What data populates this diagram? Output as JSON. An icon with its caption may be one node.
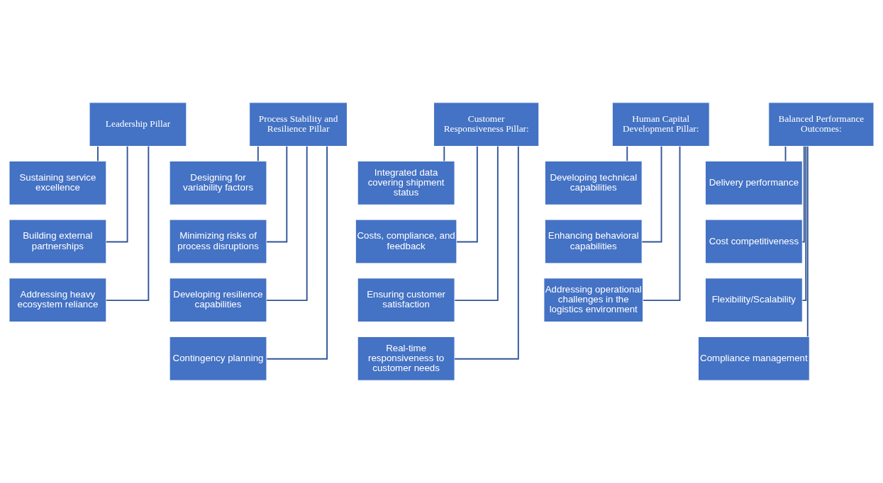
{
  "diagram": {
    "nodes": [
      {
        "text": [
          "Leadership Pillar"
        ]
      },
      {
        "text": [
          "Sustaining service excellence"
        ]
      },
      {
        "text": [
          "Building external partnerships"
        ]
      },
      {
        "text": [
          "Addressing heavy ecosystem reliance"
        ]
      },
      {
        "text": [
          "Process Stability and Resilience Pillar"
        ]
      },
      {
        "text": [
          "Designing for variability factors"
        ]
      },
      {
        "text": [
          "Minimizing risks of process disruptions"
        ]
      },
      {
        "text": [
          "Developing resilience capabilities"
        ]
      },
      {
        "text": [
          "Contingency planning"
        ]
      },
      {
        "text": [
          "Customer Responsiveness Pillar:"
        ]
      },
      {
        "text": [
          "Integrated data covering shipment status"
        ]
      },
      {
        "text": [
          "Costs, compliance, and feedback"
        ]
      },
      {
        "text": [
          "Ensuring customer satisfaction"
        ]
      },
      {
        "text": [
          "Real-time responsiveness to customer needs"
        ]
      },
      {
        "text": [
          "Human Capital Development Pillar:"
        ]
      },
      {
        "text": [
          "Developing technical capabilities"
        ]
      },
      {
        "text": [
          "Enhancing behavioral capabilities"
        ]
      },
      {
        "text": [
          "Addressing operational challenges in the logistics environment"
        ]
      },
      {
        "text": [
          "Balanced Performance Outcomes:"
        ]
      },
      {
        "text": [
          "Delivery performance"
        ]
      },
      {
        "text": [
          "Cost competitiveness"
        ]
      },
      {
        "text": [
          "Flexibility/Scalability"
        ]
      },
      {
        "text": [
          "Compliance management"
        ]
      }
    ],
    "edges": [
      {
        "from": 0,
        "to": 1,
        "arrow": "none"
      },
      {
        "from": 0,
        "to": 2,
        "arrow": "none"
      },
      {
        "from": 0,
        "to": 3,
        "arrow": "none"
      },
      {
        "from": 4,
        "to": 5,
        "arrow": "none"
      },
      {
        "from": 4,
        "to": 6,
        "arrow": "none"
      },
      {
        "from": 4,
        "to": 7,
        "arrow": "none"
      },
      {
        "from": 4,
        "to": 8,
        "arrow": "none"
      },
      {
        "from": 9,
        "to": 10,
        "arrow": "none"
      },
      {
        "from": 9,
        "to": 11,
        "arrow": "none"
      },
      {
        "from": 9,
        "to": 12,
        "arrow": "none"
      },
      {
        "from": 9,
        "to": 13,
        "arrow": "none"
      },
      {
        "from": 14,
        "to": 15,
        "arrow": "none"
      },
      {
        "from": 14,
        "to": 16,
        "arrow": "none"
      },
      {
        "from": 14,
        "to": 17,
        "arrow": "none"
      },
      {
        "from": 18,
        "to": 19,
        "arrow": "none"
      },
      {
        "from": 18,
        "to": 20,
        "arrow": "none"
      },
      {
        "from": 18,
        "to": 21,
        "arrow": "none"
      },
      {
        "from": 18,
        "to": 22,
        "arrow": "none"
      }
    ]
  }
}
